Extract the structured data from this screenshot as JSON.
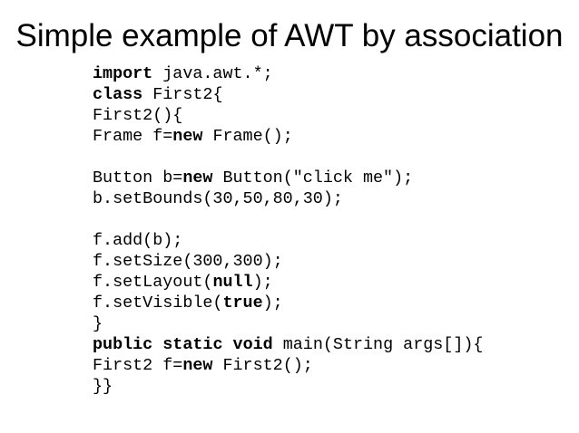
{
  "slide": {
    "title": "Simple example of AWT by association",
    "code_lines": [
      [
        {
          "t": "import",
          "b": true
        },
        {
          "t": " java.awt.*;"
        }
      ],
      [
        {
          "t": "class",
          "b": true
        },
        {
          "t": " First2{"
        }
      ],
      [
        {
          "t": "First2(){"
        }
      ],
      [
        {
          "t": "Frame f="
        },
        {
          "t": "new",
          "b": true
        },
        {
          "t": " Frame();"
        }
      ],
      [],
      [
        {
          "t": "Button b="
        },
        {
          "t": "new",
          "b": true
        },
        {
          "t": " Button(\"click me\");"
        }
      ],
      [
        {
          "t": "b.setBounds(30,50,80,30);"
        }
      ],
      [],
      [
        {
          "t": "f.add(b);"
        }
      ],
      [
        {
          "t": "f.setSize(300,300);"
        }
      ],
      [
        {
          "t": "f.setLayout("
        },
        {
          "t": "null",
          "b": true
        },
        {
          "t": ");"
        }
      ],
      [
        {
          "t": "f.setVisible("
        },
        {
          "t": "true",
          "b": true
        },
        {
          "t": ");"
        }
      ],
      [
        {
          "t": "}"
        }
      ],
      [
        {
          "t": "public",
          "b": true
        },
        {
          "t": " "
        },
        {
          "t": "static",
          "b": true
        },
        {
          "t": " "
        },
        {
          "t": "void",
          "b": true
        },
        {
          "t": " main(String args[]){"
        }
      ],
      [
        {
          "t": "First2 f="
        },
        {
          "t": "new",
          "b": true
        },
        {
          "t": " First2();"
        }
      ],
      [
        {
          "t": "}}"
        }
      ]
    ]
  }
}
